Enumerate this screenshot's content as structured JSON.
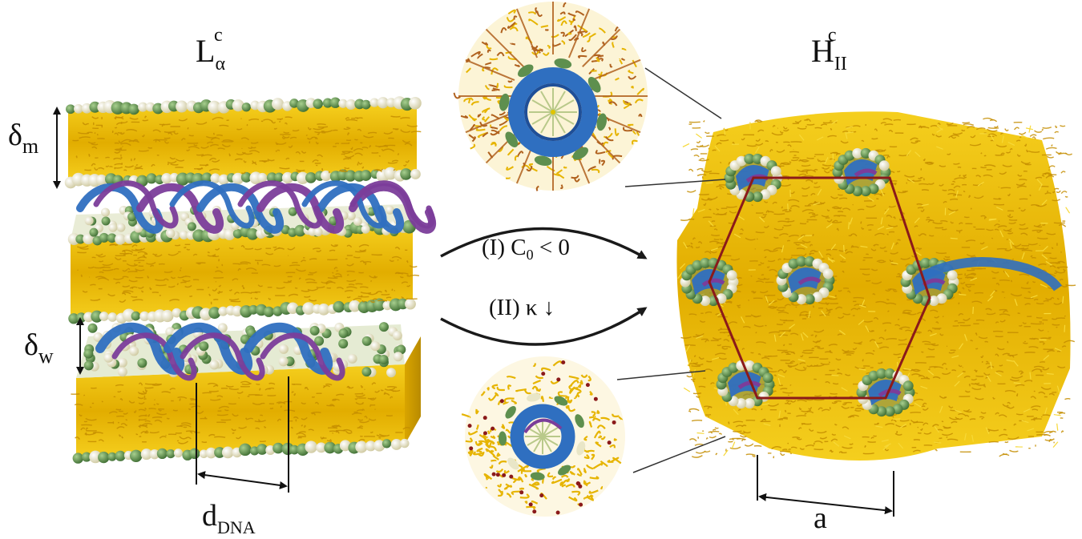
{
  "labels": {
    "lamellar_main": "L",
    "lamellar_sub": "α",
    "lamellar_sup": "c",
    "hex_main": "H",
    "hex_sub": "II",
    "hex_sup": "c",
    "delta_m_main": "δ",
    "delta_m_sub": "m",
    "delta_w_main": "δ",
    "delta_w_sub": "w",
    "d_dna_main": "d",
    "d_dna_sub": "DNA",
    "lattice_a": "a",
    "arrow1_prefix": "(I) C",
    "arrow1_sub": "0",
    "arrow1_suffix": " < 0",
    "arrow2": "(II) κ ↓"
  },
  "colors": {
    "lipid_tail": "#e8b800",
    "lipid_tail_dark": "#c99600",
    "head_green": "#5e8f4e",
    "head_cream": "#f1efd2",
    "dna_blue": "#2f6fc0",
    "dna_purple": "#7b3d9a",
    "hexagon": "#8b1a1a",
    "arrow": "#1a1a1a"
  }
}
